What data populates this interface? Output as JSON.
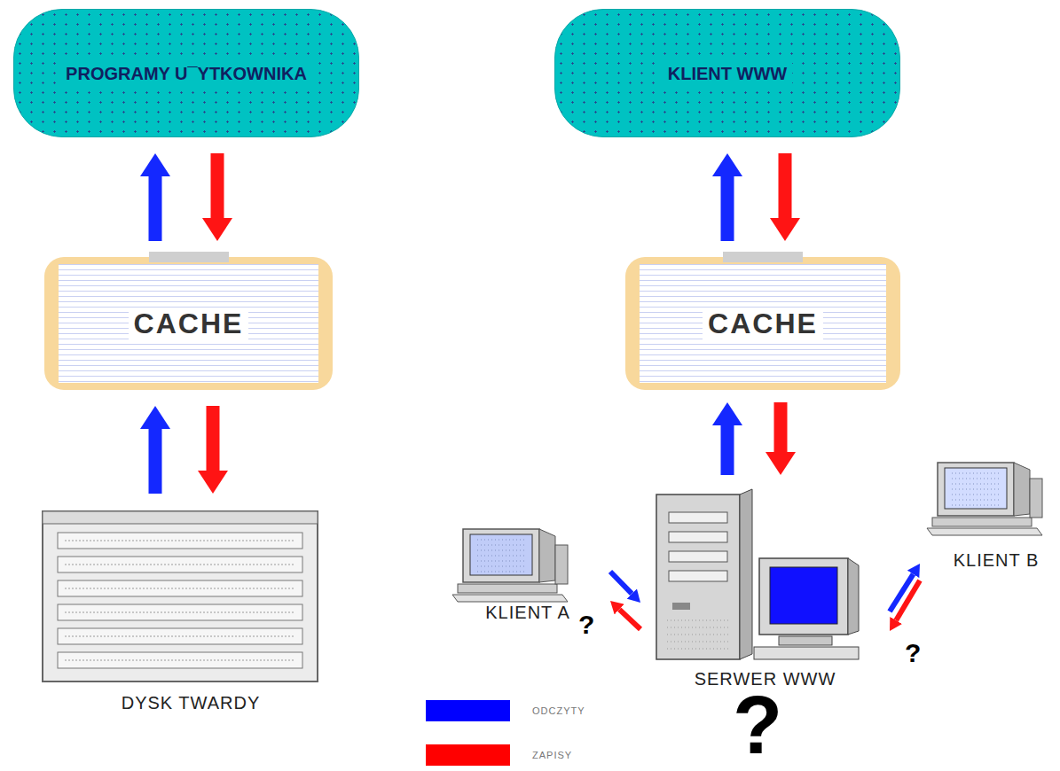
{
  "diagram": {
    "nodes": [
      {
        "text": [
          "PROGRAMY U¯YTKOWNIKA"
        ]
      },
      {
        "text": [
          "CACHE"
        ]
      },
      {
        "text": [
          "DYSK TWARDY"
        ]
      },
      {
        "text": [
          "KLIENT WWW"
        ]
      },
      {
        "text": [
          "CACHE"
        ]
      },
      {
        "text": [
          "SERWER WWW"
        ]
      },
      {
        "text": [
          "KLIENT A"
        ]
      },
      {
        "text": [
          "KLIENT B"
        ]
      }
    ],
    "edges": [
      {
        "from": 1,
        "to": 0,
        "arrow": "to"
      },
      {
        "from": 0,
        "to": 1,
        "arrow": "to"
      },
      {
        "from": 2,
        "to": 1,
        "arrow": "to"
      },
      {
        "from": 1,
        "to": 2,
        "arrow": "to"
      },
      {
        "from": 4,
        "to": 3,
        "arrow": "to"
      },
      {
        "from": 3,
        "to": 4,
        "arrow": "to"
      },
      {
        "from": 5,
        "to": 4,
        "arrow": "to"
      },
      {
        "from": 4,
        "to": 5,
        "arrow": "to"
      },
      {
        "from": 6,
        "to": 5,
        "arrow": "to"
      },
      {
        "from": 5,
        "to": 6,
        "arrow": "to"
      },
      {
        "from": 5,
        "to": 7,
        "arrow": "to"
      },
      {
        "from": 7,
        "to": 5,
        "arrow": "to"
      }
    ],
    "labels": [
      "?",
      "?",
      "?"
    ],
    "legend": [
      {
        "text": "ODCZYTY",
        "color": "#0000ff"
      },
      {
        "text": "ZAPISY",
        "color": "#ff0000"
      }
    ]
  }
}
